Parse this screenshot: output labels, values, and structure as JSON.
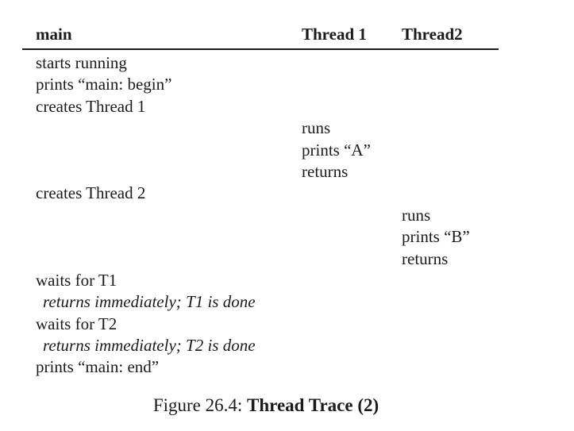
{
  "table": {
    "columns": [
      {
        "id": "main",
        "label": "main"
      },
      {
        "id": "thread1",
        "label": "Thread 1"
      },
      {
        "id": "thread2",
        "label": "Thread2"
      }
    ],
    "rows": [
      {
        "col": "main",
        "style": "normal",
        "text": "starts running"
      },
      {
        "col": "main",
        "style": "normal",
        "text": "prints “main: begin”"
      },
      {
        "col": "main",
        "style": "normal",
        "text": "creates Thread 1"
      },
      {
        "col": "thread1",
        "style": "normal",
        "text": "runs"
      },
      {
        "col": "thread1",
        "style": "normal",
        "text": "prints “A”"
      },
      {
        "col": "thread1",
        "style": "normal",
        "text": "returns"
      },
      {
        "col": "main",
        "style": "normal",
        "text": "creates Thread 2"
      },
      {
        "col": "thread2",
        "style": "normal",
        "text": "runs"
      },
      {
        "col": "thread2",
        "style": "normal",
        "text": "prints “B”"
      },
      {
        "col": "thread2",
        "style": "normal",
        "text": "returns"
      },
      {
        "col": "main",
        "style": "normal",
        "text": "waits for T1"
      },
      {
        "col": "main",
        "style": "italic-indent",
        "text": "returns immediately; T1 is done"
      },
      {
        "col": "main",
        "style": "normal",
        "text": "waits for T2"
      },
      {
        "col": "main",
        "style": "italic-indent",
        "text": "returns immediately; T2 is done"
      },
      {
        "col": "main",
        "style": "normal",
        "text": "prints “main: end”"
      }
    ]
  },
  "caption": {
    "prefix": "Figure 26.4: ",
    "title": "Thread Trace (2)"
  }
}
